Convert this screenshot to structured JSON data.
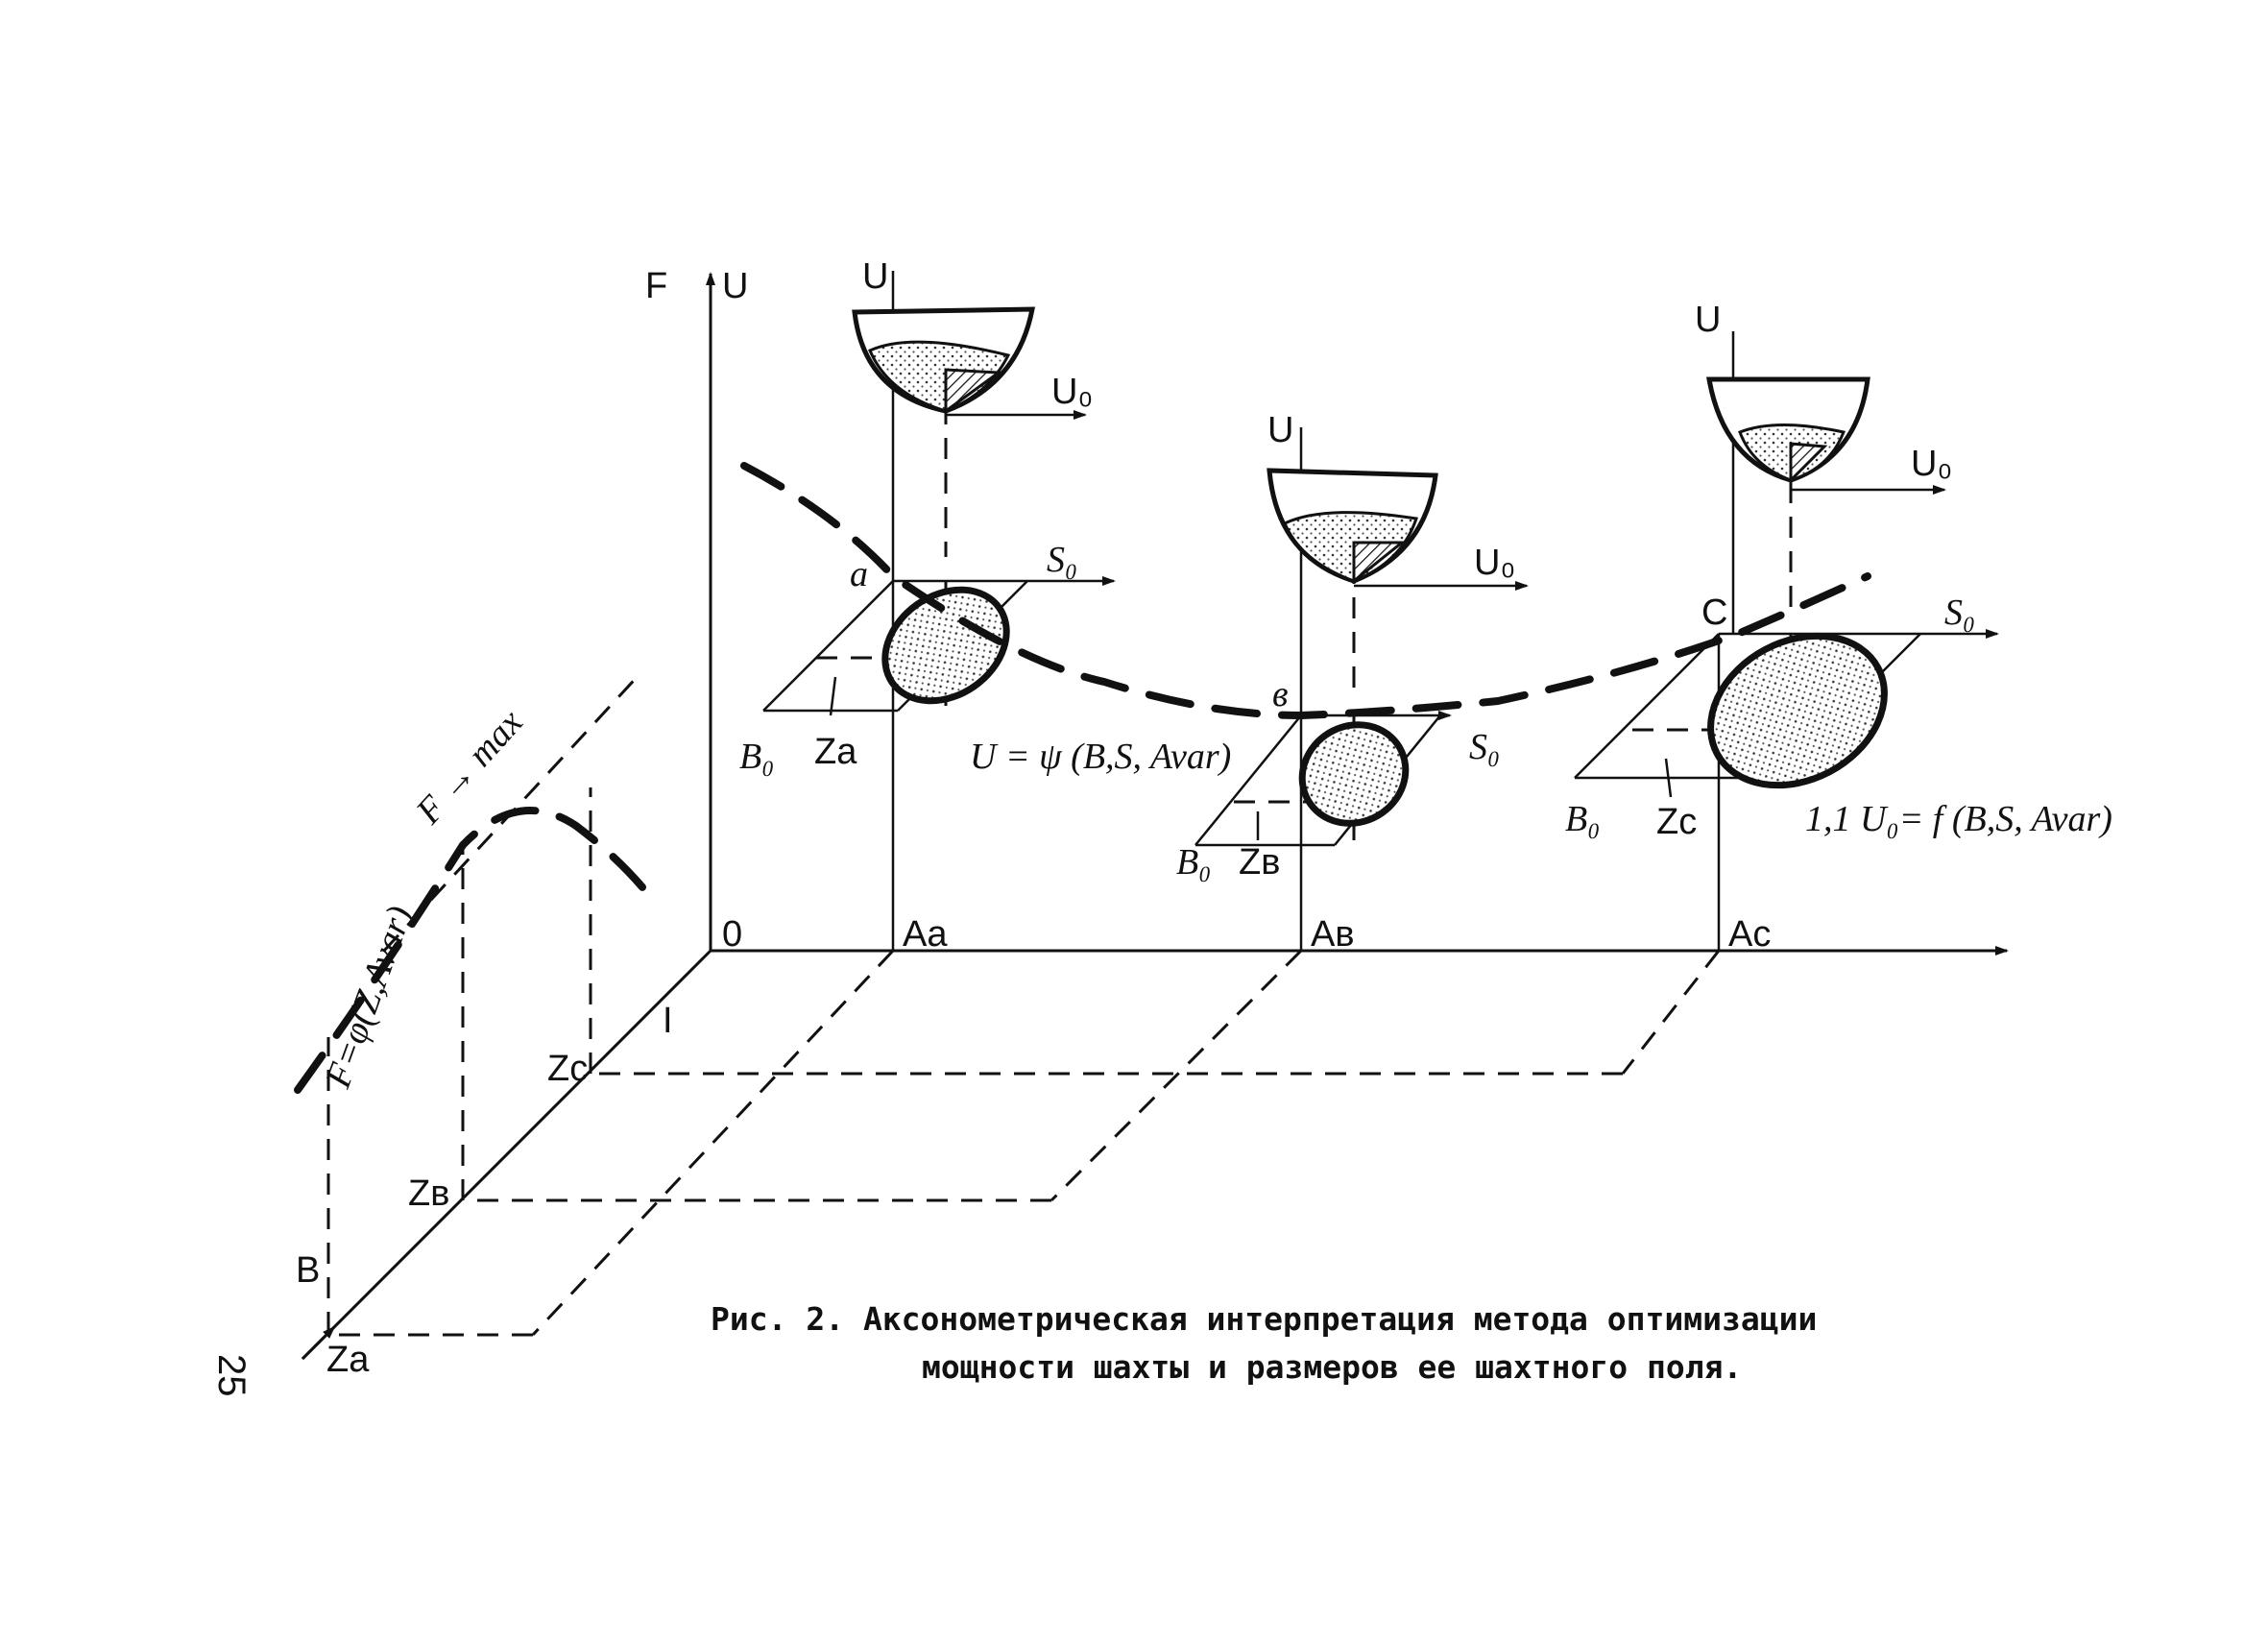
{
  "labels": {
    "F": "F",
    "U": "U",
    "U0": "U₀",
    "S0": "S₀",
    "B0": "B₀",
    "O": "0",
    "a": "a",
    "b": "в",
    "c": "C",
    "Aa": "Aa",
    "Ab": "Aв",
    "Ac": "Ac",
    "Za": "Za",
    "Zb": "Zв",
    "Zc": "Zc",
    "B": "B",
    "I": "I",
    "F_max": "F → max",
    "F_formula": "F=φ(Z,Avar)",
    "U_psi": "U = ψ (B,S, Avar)",
    "U_f": "1,1 U₀= f (B,S, Avar)"
  },
  "caption": {
    "line1": "Рис. 2. Аксонометрическая интерпретация метода оптимизации",
    "line2": "мощности шахты и размеров ее шахтного поля."
  },
  "page_number": "25"
}
